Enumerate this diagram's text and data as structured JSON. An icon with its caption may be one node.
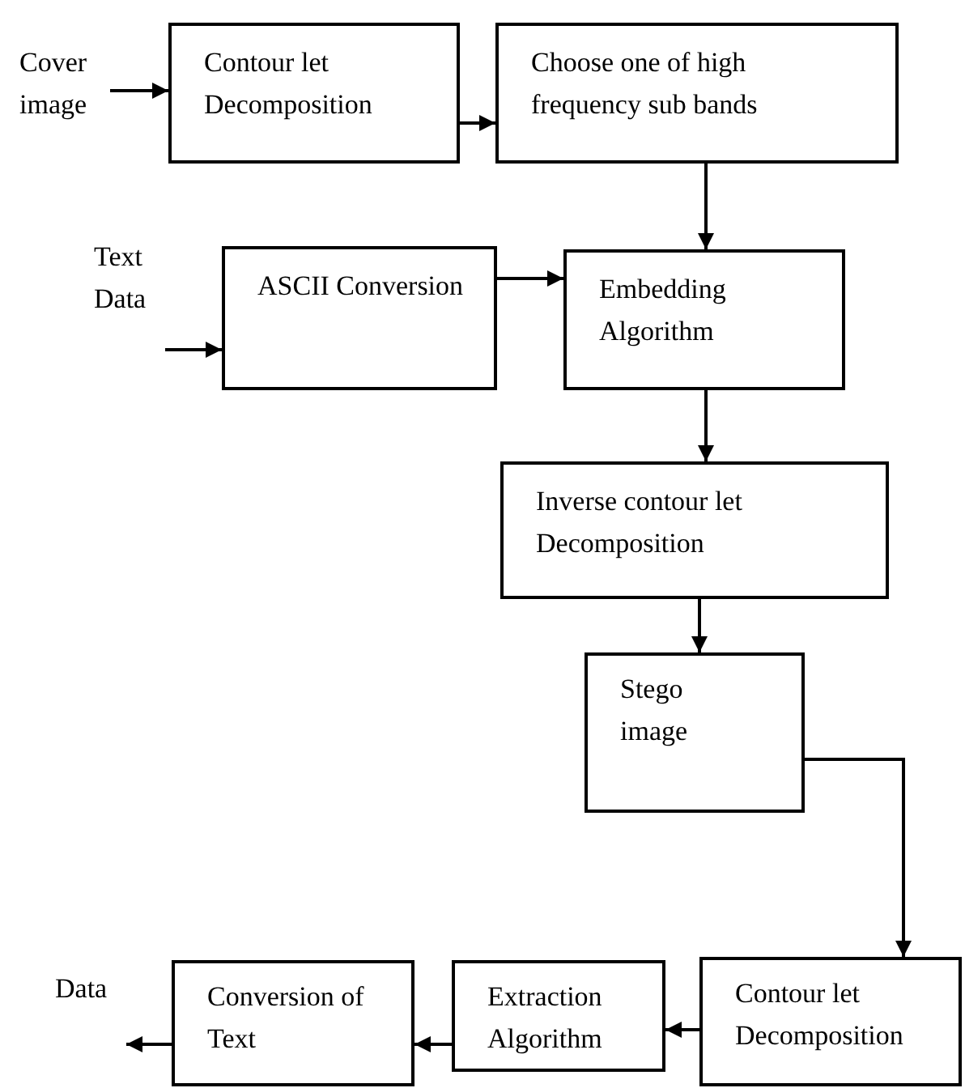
{
  "diagram": {
    "nodes": [
      {
        "text": [
          "Cover image"
        ]
      },
      {
        "text": [
          "Contour let Decomposition"
        ]
      },
      {
        "text": [
          "Choose one of high frequency sub bands"
        ]
      },
      {
        "text": [
          "Text Data"
        ]
      },
      {
        "text": [
          "ASCII Conversion"
        ]
      },
      {
        "text": [
          "Embedding Algorithm"
        ]
      },
      {
        "text": [
          "Inverse contour let Decomposition"
        ]
      },
      {
        "text": [
          "Stego image"
        ]
      },
      {
        "text": [
          "Contour let Decomposition"
        ]
      },
      {
        "text": [
          "Extraction Algorithm"
        ]
      },
      {
        "text": [
          "Conversion of Text"
        ]
      },
      {
        "text": [
          "Data"
        ]
      }
    ],
    "edges": [
      {
        "from": 0,
        "to": 1,
        "arrow": "to"
      },
      {
        "from": 1,
        "to": 2,
        "arrow": "to"
      },
      {
        "from": 2,
        "to": 5,
        "arrow": "to"
      },
      {
        "from": 3,
        "to": 4,
        "arrow": "to"
      },
      {
        "from": 4,
        "to": 5,
        "arrow": "to"
      },
      {
        "from": 5,
        "to": 6,
        "arrow": "to"
      },
      {
        "from": 6,
        "to": 7,
        "arrow": "to"
      },
      {
        "from": 7,
        "to": 8,
        "arrow": "to"
      },
      {
        "from": 8,
        "to": 9,
        "arrow": "to"
      },
      {
        "from": 9,
        "to": 10,
        "arrow": "to"
      },
      {
        "from": 10,
        "to": 11,
        "arrow": "to"
      }
    ]
  }
}
